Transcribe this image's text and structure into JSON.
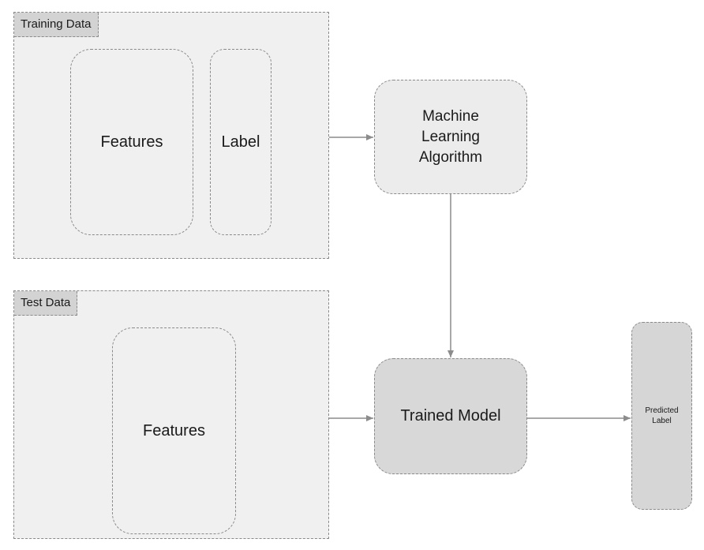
{
  "training_data": {
    "title": "Training Data",
    "features_label": "Features",
    "label_label": "Label"
  },
  "test_data": {
    "title": "Test Data",
    "features_label": "Features"
  },
  "algorithm": {
    "label": "Machine\nLearning\nAlgorithm"
  },
  "model": {
    "label": "Trained Model"
  },
  "prediction": {
    "label": "Predicted\nLabel"
  },
  "colors": {
    "panel_fill": "#f0f0f0",
    "tag_fill": "#d3d3d3",
    "model_fill": "#d8d8d8",
    "dashed_border": "#8a8a8a",
    "arrow": "#8c8c8c"
  }
}
